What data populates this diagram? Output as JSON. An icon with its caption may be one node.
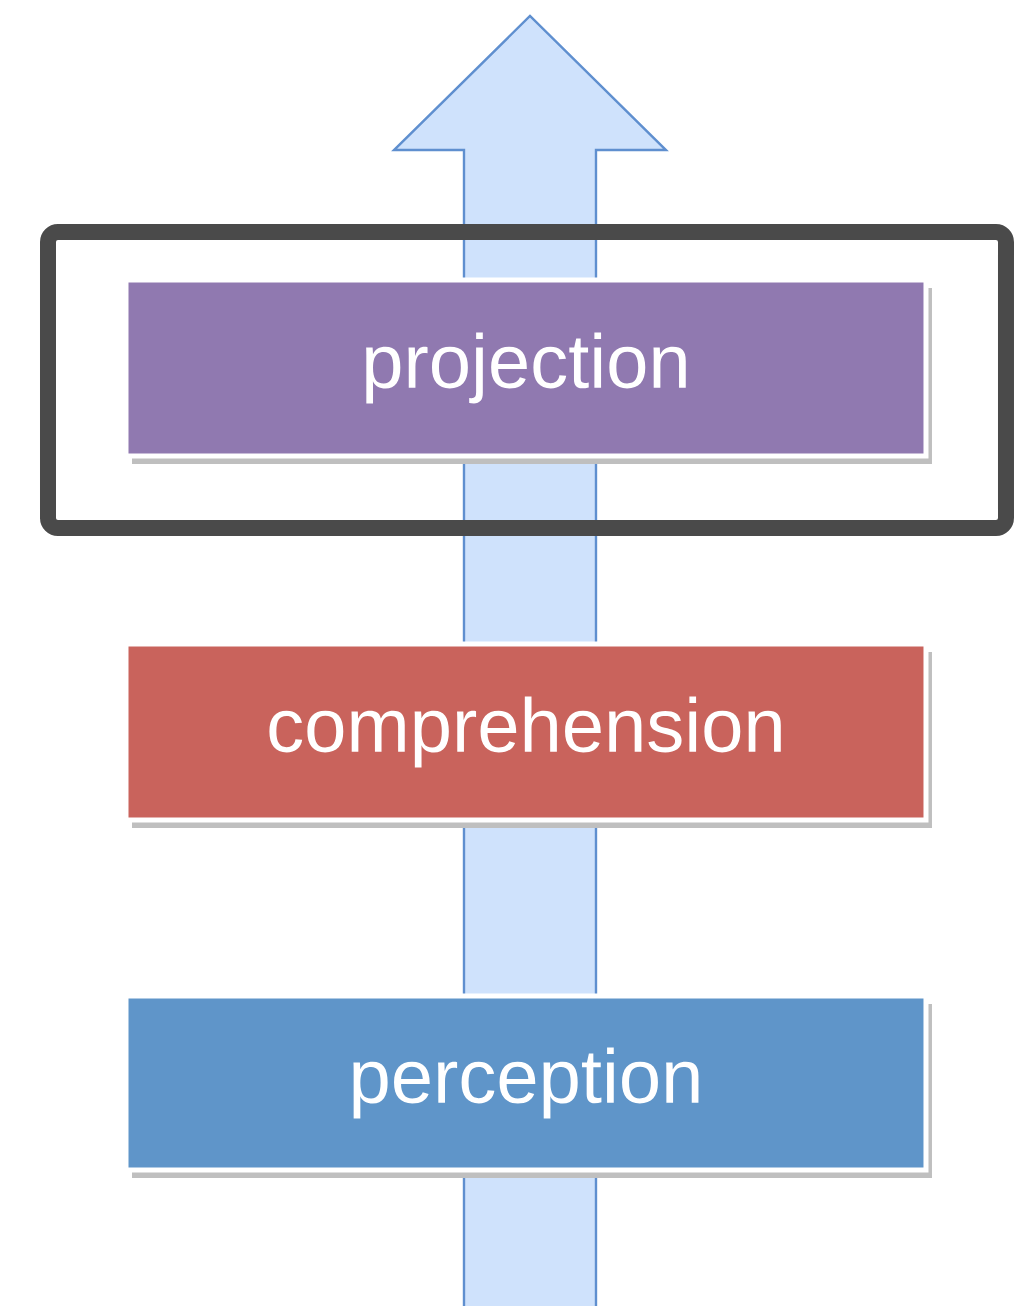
{
  "diagram": {
    "nodes": [
      {
        "text": [
          "projection"
        ]
      },
      {
        "text": [
          "comprehension"
        ]
      },
      {
        "text": [
          "perception"
        ]
      }
    ]
  }
}
